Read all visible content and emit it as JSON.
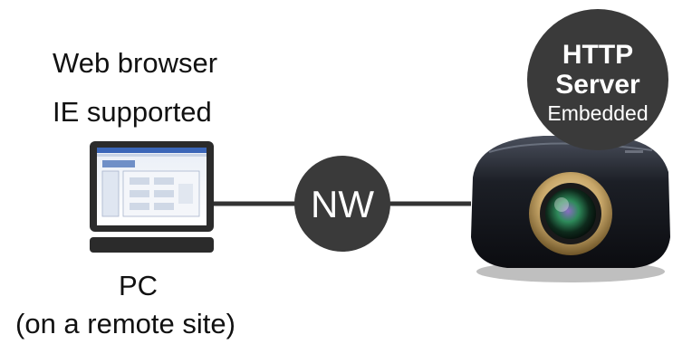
{
  "pc": {
    "browser_line1": "Web browser",
    "browser_line2": "IE supported",
    "label": "PC",
    "sublabel": "(on a remote site)",
    "icon": "laptop-icon"
  },
  "network": {
    "label": "NW",
    "icon": "network-node"
  },
  "server": {
    "line1": "HTTP",
    "line2": "Server",
    "line3": "Embedded",
    "icon": "projector-icon"
  },
  "colors": {
    "badge": "#3a3a3a",
    "connector": "#333333",
    "laptop_body": "#2b2b2b",
    "projector_body": "#15171c",
    "lens_ring": "#c9a86a"
  }
}
